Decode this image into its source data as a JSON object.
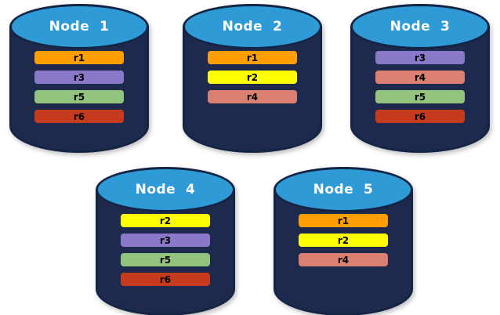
{
  "colors": {
    "structure": {
      "canvas-bg": "#ffffff",
      "cyl-body": "#1e2a4d",
      "cyl-edge": "#142445",
      "cyl-top": "#2e9bd6",
      "title-text": "#ffffff",
      "bar-text": "#000000"
    },
    "replicas": {
      "r1": "#ff9e00",
      "r2": "#ffff00",
      "r3": "#8979c8",
      "r4": "#db8070",
      "r5": "#93c47d",
      "r6": "#c63a1e"
    }
  },
  "nodes": [
    {
      "label": "Node  1",
      "replicas": [
        "r1",
        "r3",
        "r5",
        "r6"
      ]
    },
    {
      "label": "Node  2",
      "replicas": [
        "r1",
        "r2",
        "r4"
      ]
    },
    {
      "label": "Node  3",
      "replicas": [
        "r3",
        "r4",
        "r5",
        "r6"
      ]
    },
    {
      "label": "Node  4",
      "replicas": [
        "r2",
        "r3",
        "r5",
        "r6"
      ]
    },
    {
      "label": "Node  5",
      "replicas": [
        "r1",
        "r2",
        "r4"
      ]
    }
  ]
}
